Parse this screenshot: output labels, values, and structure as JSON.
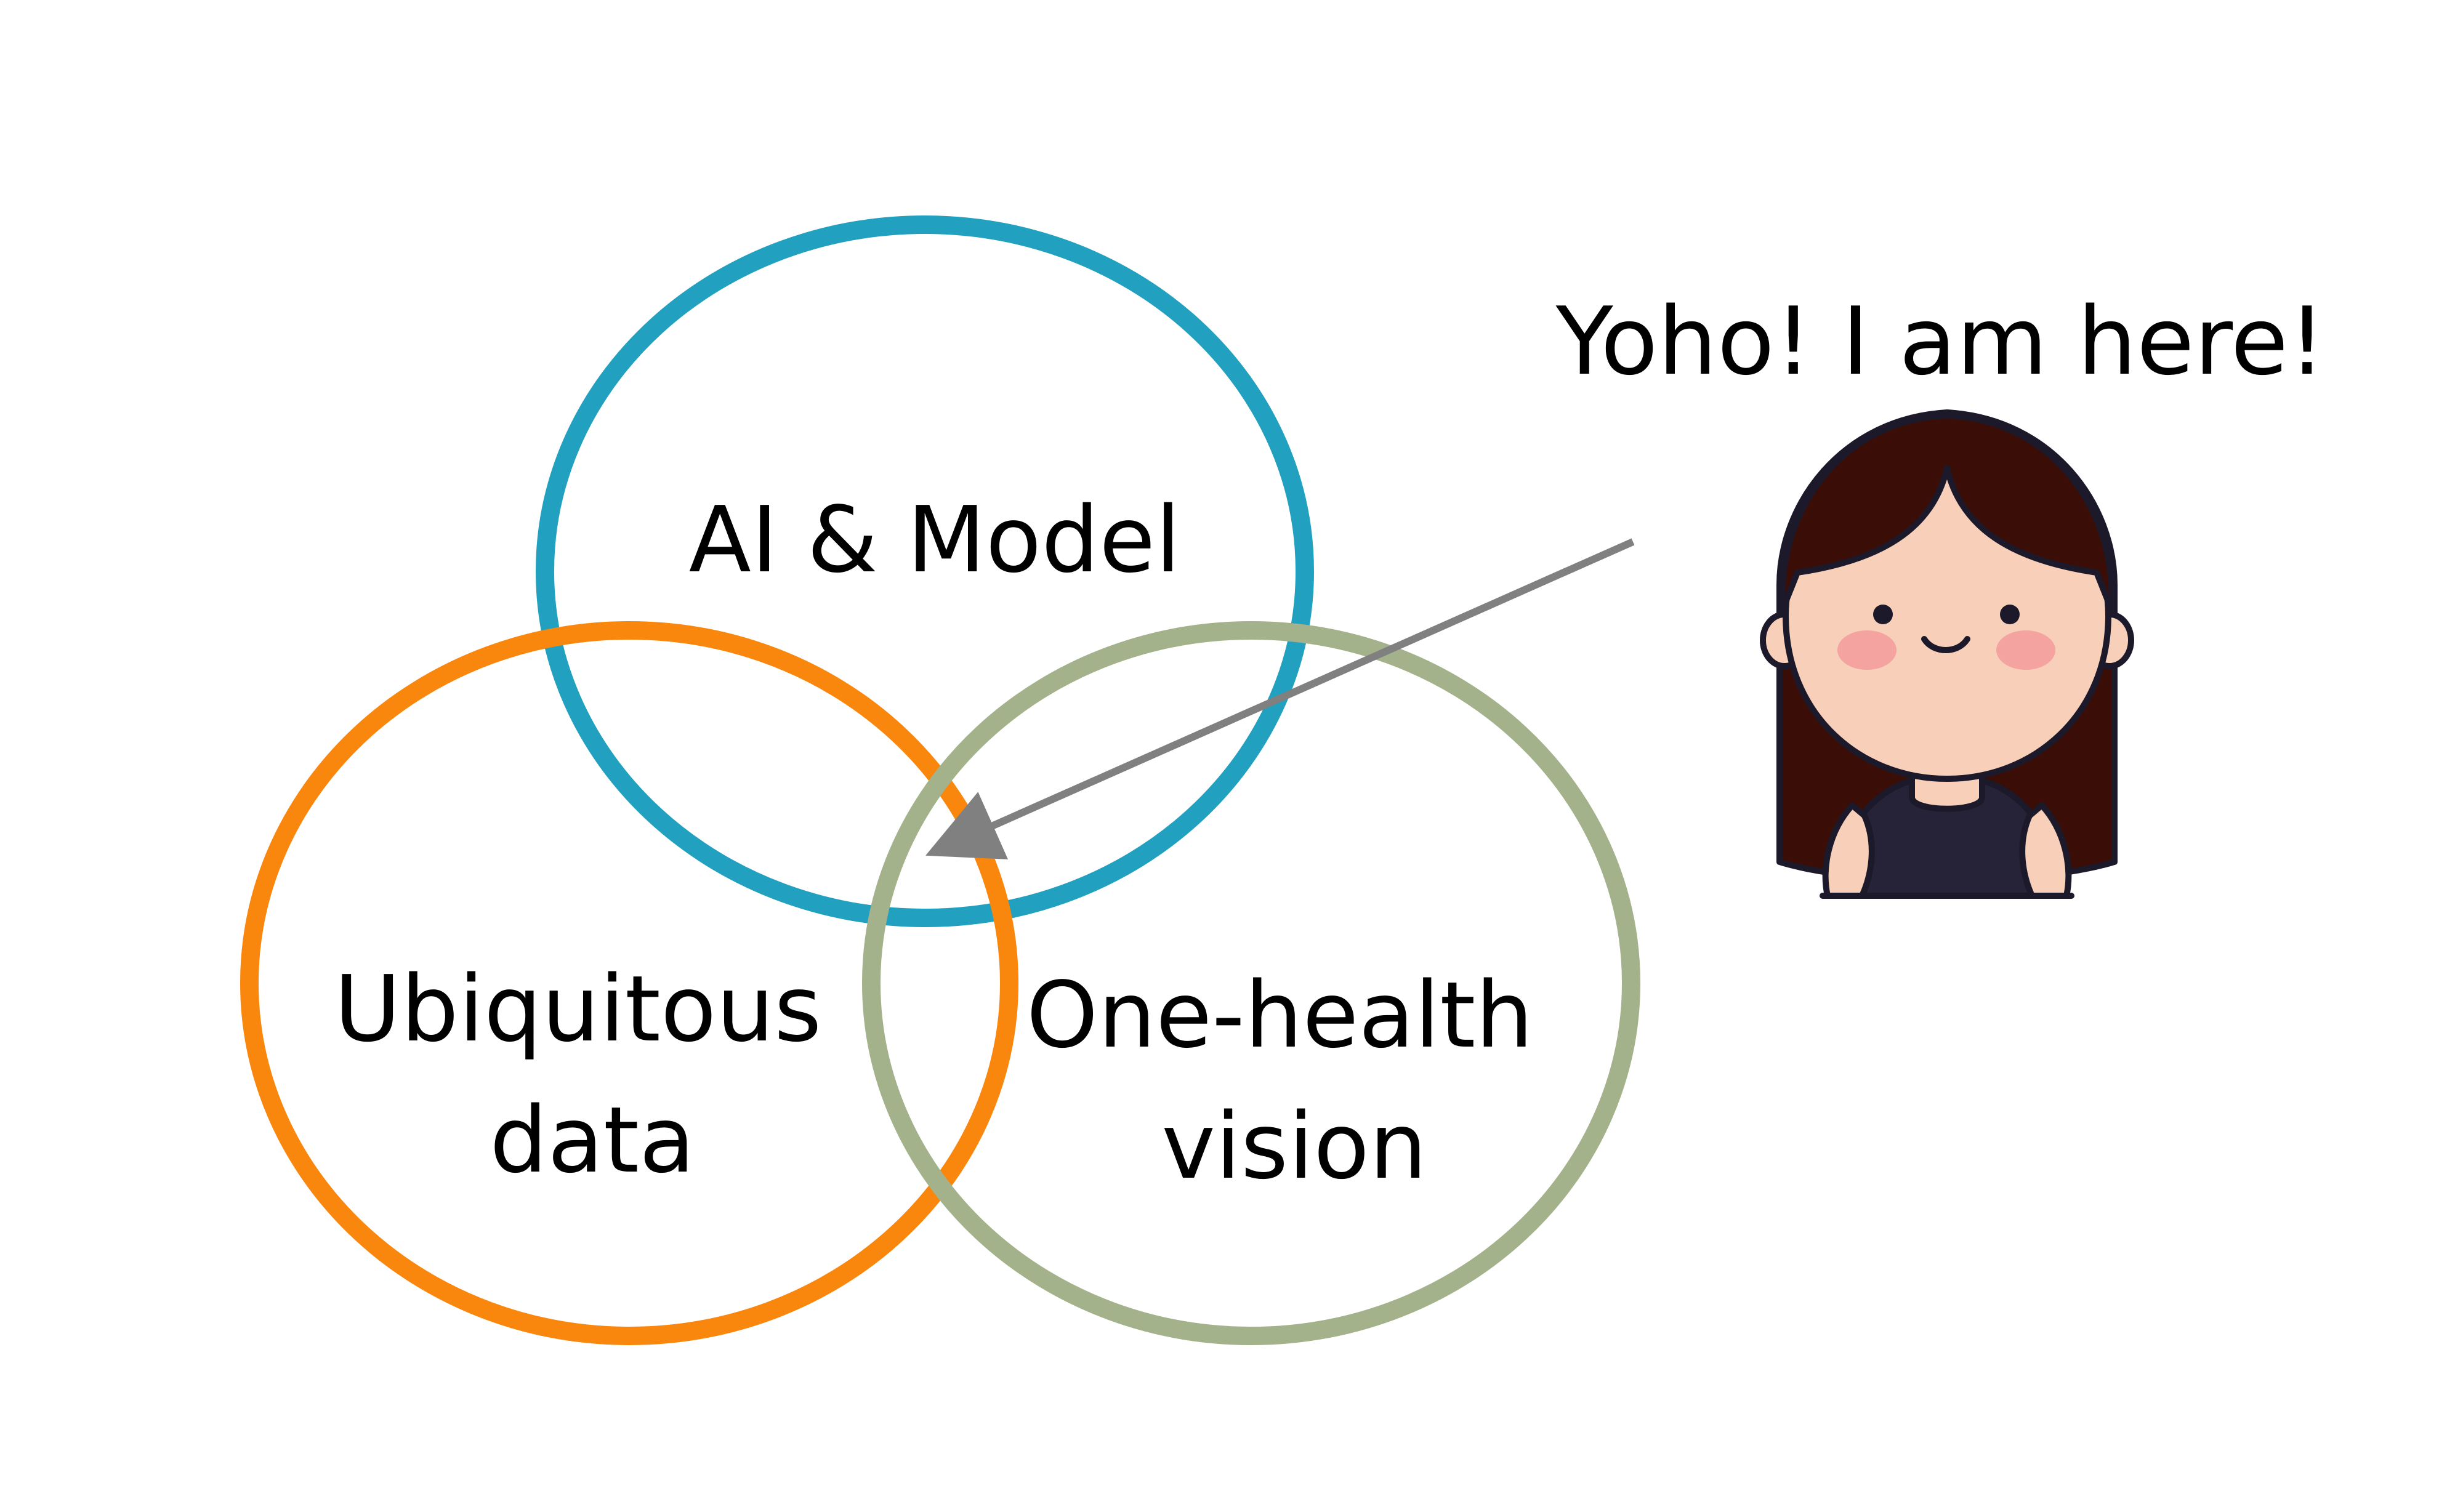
{
  "diagram": {
    "type": "venn",
    "circles": [
      {
        "id": "ai",
        "label_lines": [
          "AI & Model"
        ],
        "color": "#22A0BF"
      },
      {
        "id": "data",
        "label_lines": [
          "Ubiquitous",
          "data"
        ],
        "color": "#F9870D"
      },
      {
        "id": "health",
        "label_lines": [
          "One-health",
          "vision"
        ],
        "color": "#A3B28B"
      }
    ],
    "callout": {
      "text": "Yoho! I am here!",
      "arrow_color": "#808080",
      "points_to": "center-intersection"
    },
    "character": {
      "name": "girl-avatar",
      "hair_color": "#3A0D06",
      "skin_color": "#F8D0BA",
      "cheek_color": "#F4A3A0",
      "shirt_color": "#262338",
      "outline_color": "#1C1A2A"
    }
  }
}
